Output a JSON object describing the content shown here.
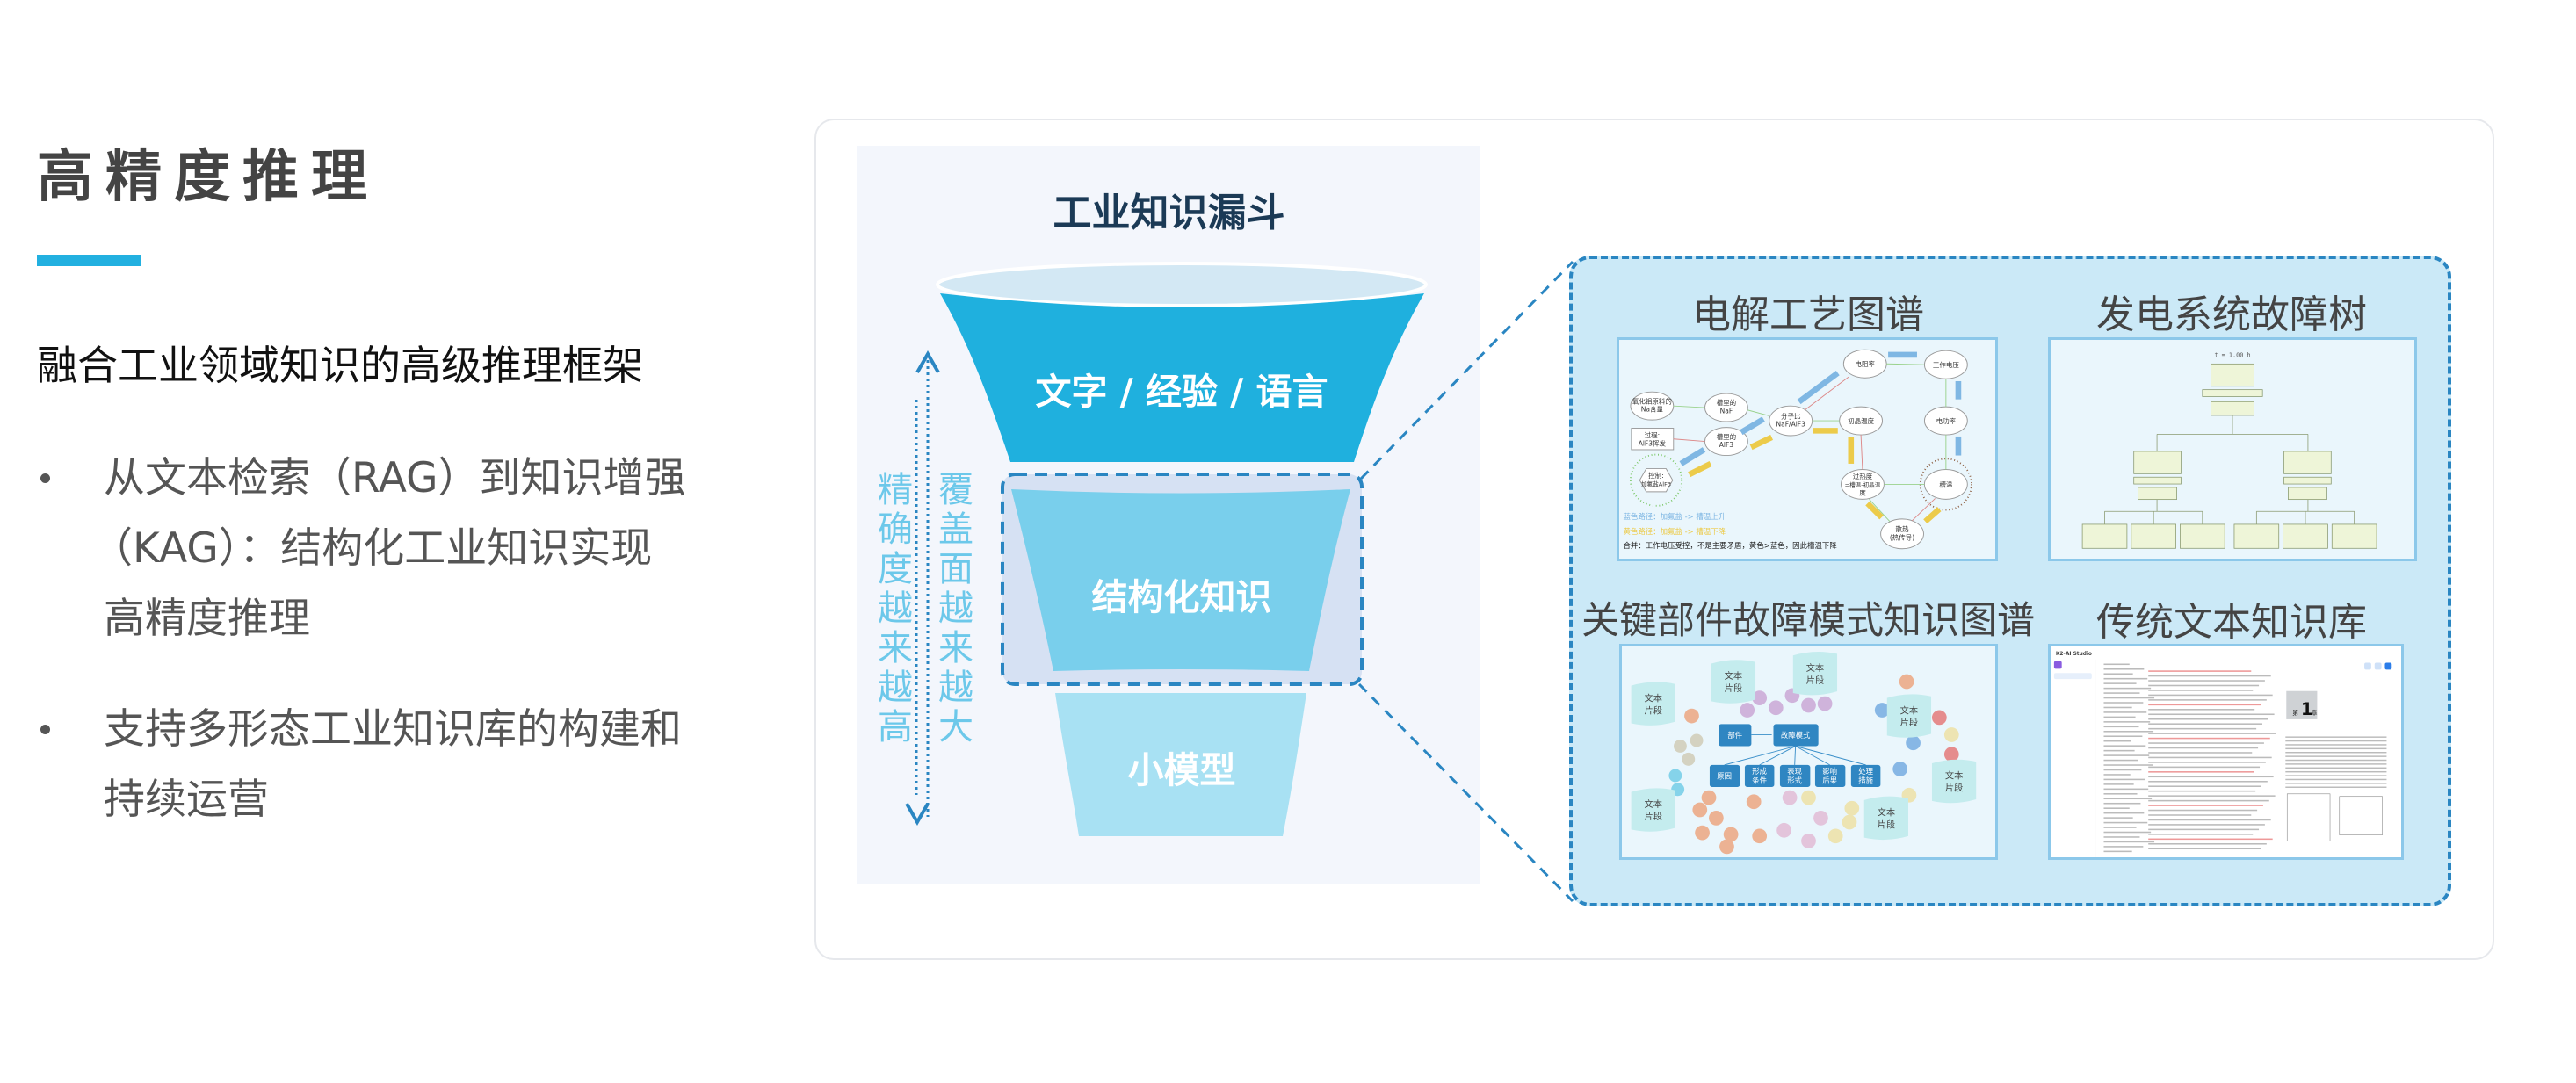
{
  "left": {
    "title": "高精度推理",
    "subtitle": "融合工业领域知识的高级推理框架",
    "bullets": [
      {
        "lines": [
          "从文本检索（RAG）到知识增强",
          "（KAG）：结构化工业知识实现",
          "高精度推理"
        ]
      },
      {
        "lines": [
          "支持多形态工业知识库的构建和",
          "持续运营"
        ]
      }
    ]
  },
  "funnel": {
    "title": "工业知识漏斗",
    "layers": [
      "文字 / 经验 / 语言",
      "结构化知识",
      "小模型"
    ],
    "left_axis_label": "精确度越来越高",
    "right_axis_label": "覆盖面越来越大",
    "colors": {
      "top": "#1fb0de",
      "middle": "#79cfec",
      "bottom": "#a8e1f3",
      "accent": "#2a86c2"
    }
  },
  "knowledge_panel": {
    "items": [
      {
        "title": "电解工艺图谱",
        "nodes": [
          "氧化铝原料的",
          "Na含量",
          "槽里的",
          "NaF",
          "过程:",
          "AlF3挥发",
          "槽里的",
          "AlF3",
          "控制:",
          "加氟盐AlF3",
          "分子比",
          "NaF/AlF3",
          "电阻率",
          "工作电压",
          "初晶温度",
          "电功率",
          "过热度",
          "=槽温-初晶温",
          "度",
          "槽温",
          "散热",
          "(热传导)"
        ],
        "legend": [
          "蓝色路径：加氟盐 -> 槽温上升",
          "黄色路径：加氟盐 -> 槽温下降",
          "合并：工作电压受控，不是主要矛盾，黄色>蓝色，因此槽温下降"
        ]
      },
      {
        "title": "发电系统故障树",
        "header": "t = 1.00 h"
      },
      {
        "title": "关键部件故障模式知识图谱",
        "nodes": [
          "部件",
          "故障模式",
          "原因",
          "形成",
          "条件",
          "表现",
          "形式",
          "影响",
          "后果",
          "处理",
          "措施"
        ],
        "tag": [
          "文本",
          "片段"
        ]
      },
      {
        "title": "传统文本知识库",
        "app_name": "K2-AI Studio",
        "chapter": [
          "第",
          "1",
          "章"
        ]
      }
    ]
  }
}
